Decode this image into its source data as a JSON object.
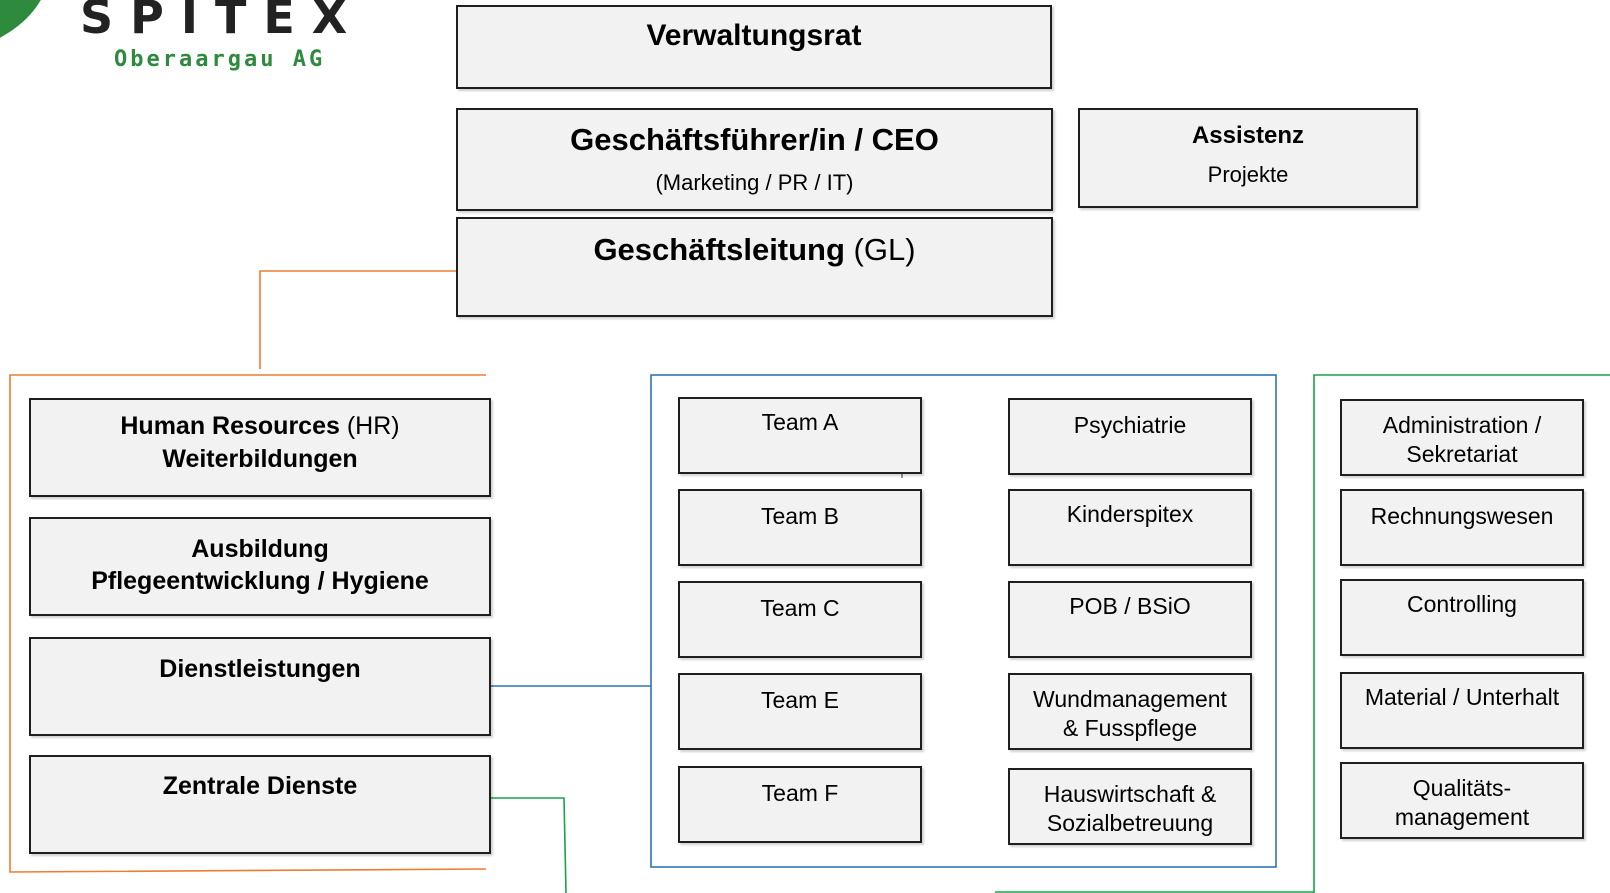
{
  "logo": {
    "wordmark": "SPITEX",
    "subtitle": "Oberaargau AG",
    "colors": {
      "leaf": "#2e8b3e",
      "wordmark": "#222222"
    }
  },
  "top": {
    "board": "Verwaltungsrat",
    "ceo": {
      "title": "Geschäftsführer/in / CEO",
      "subtitle": "(Marketing / PR / IT)"
    },
    "assistant": {
      "title": "Assistenz",
      "subtitle": "Projekte"
    },
    "management": {
      "title_bold": "Geschäftsleitung",
      "title_suffix": " (GL)"
    }
  },
  "gl_members": {
    "hr": {
      "line1_bold": "Human Resources",
      "line1_suffix": " (HR)",
      "line2": "Weiterbildungen"
    },
    "training": {
      "line1": "Ausbildung",
      "line2": "Pflegeentwicklung / Hygiene"
    },
    "services": "Dienstleistungen",
    "central": "Zentrale Dienste"
  },
  "service_teams": {
    "left": [
      "Team A",
      "Team B",
      "Team C",
      "Team E",
      "Team F"
    ],
    "right": [
      [
        "Psychiatrie"
      ],
      [
        "Kinderspitex"
      ],
      [
        "POB / BSiO"
      ],
      [
        "Wundmanagement",
        "& Fusspflege"
      ],
      [
        "Hauswirtschaft &",
        "Sozialbetreuung"
      ]
    ]
  },
  "central_services": [
    [
      "Administration  /",
      "Sekretariat"
    ],
    [
      "Rechnungswesen"
    ],
    [
      "Controlling"
    ],
    [
      "Material / Unterhalt"
    ],
    [
      "Qualitäts-",
      "management"
    ]
  ],
  "colors": {
    "orange_group": "#ed7d31",
    "blue_group": "#2e75b6",
    "green_group": "#19a249",
    "box_fill": "#f2f2f2",
    "box_border": "#1f1f1f"
  }
}
